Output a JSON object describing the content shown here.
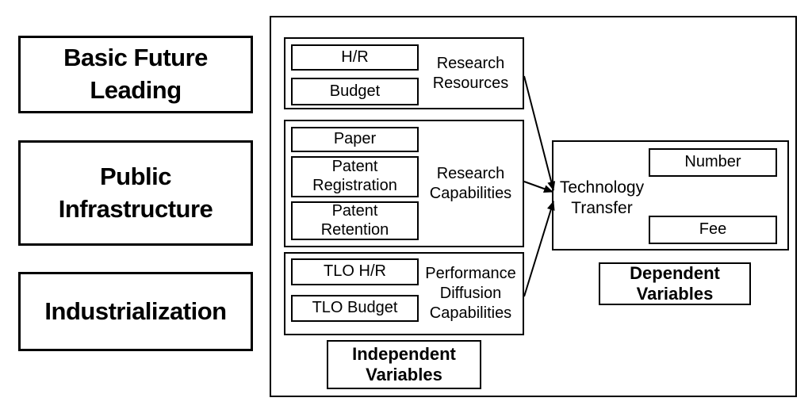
{
  "diagram": {
    "left_factors": [
      {
        "label": "Basic Future\nLeading"
      },
      {
        "label": "Public\nInfrastructure"
      },
      {
        "label": "Industrialization"
      }
    ],
    "groups": [
      {
        "label": "Research\nResources",
        "items": [
          "H/R",
          "Budget"
        ]
      },
      {
        "label": "Research\nCapabilities",
        "items": [
          "Paper",
          "Patent\nRegistration",
          "Patent\nRetention"
        ]
      },
      {
        "label": "Performance\nDiffusion\nCapabilities",
        "items": [
          "TLO H/R",
          "TLO Budget"
        ]
      }
    ],
    "independent_caption": "Independent\nVariables",
    "dependent": {
      "label": "Technology\nTransfer",
      "items": [
        "Number",
        "Fee"
      ]
    },
    "dependent_caption": "Dependent\nVariables",
    "colors": {
      "line": "#000000",
      "background": "#ffffff",
      "text": "#000000"
    }
  }
}
